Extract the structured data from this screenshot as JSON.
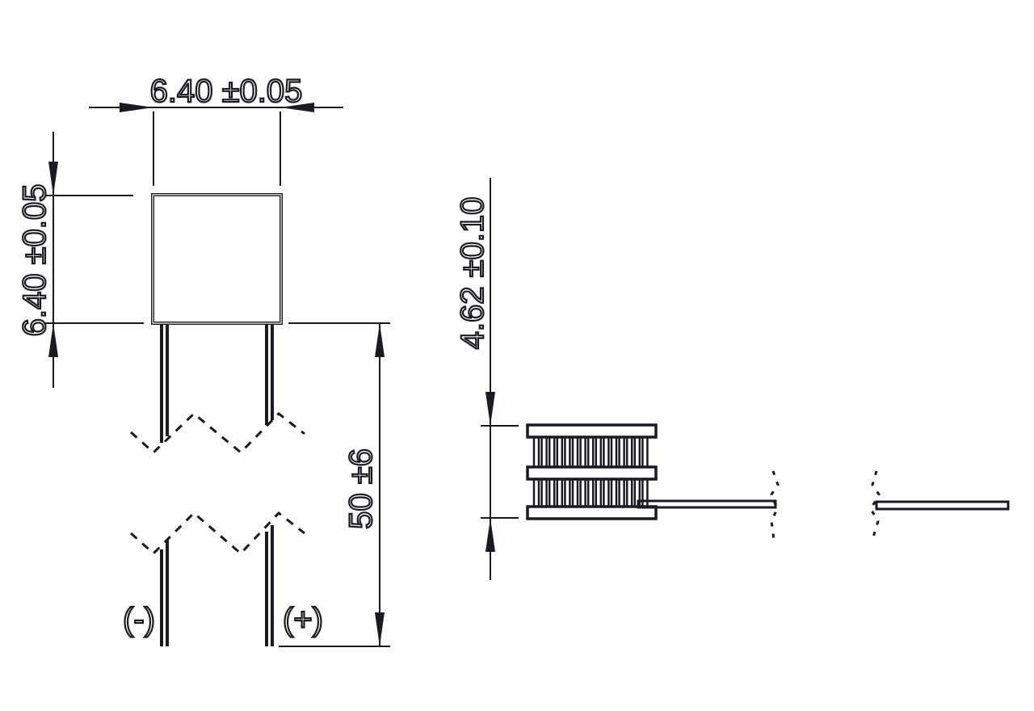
{
  "drawing": {
    "top_width_dimension": "6.40 ±0.05",
    "left_height_dimension": "6.40 ±0.05",
    "lead_length_dimension": "50 ±6",
    "side_thickness_dimension": "4.62 ±0.10",
    "negative_lead_label": "(-)",
    "positive_lead_label": "(+)"
  }
}
